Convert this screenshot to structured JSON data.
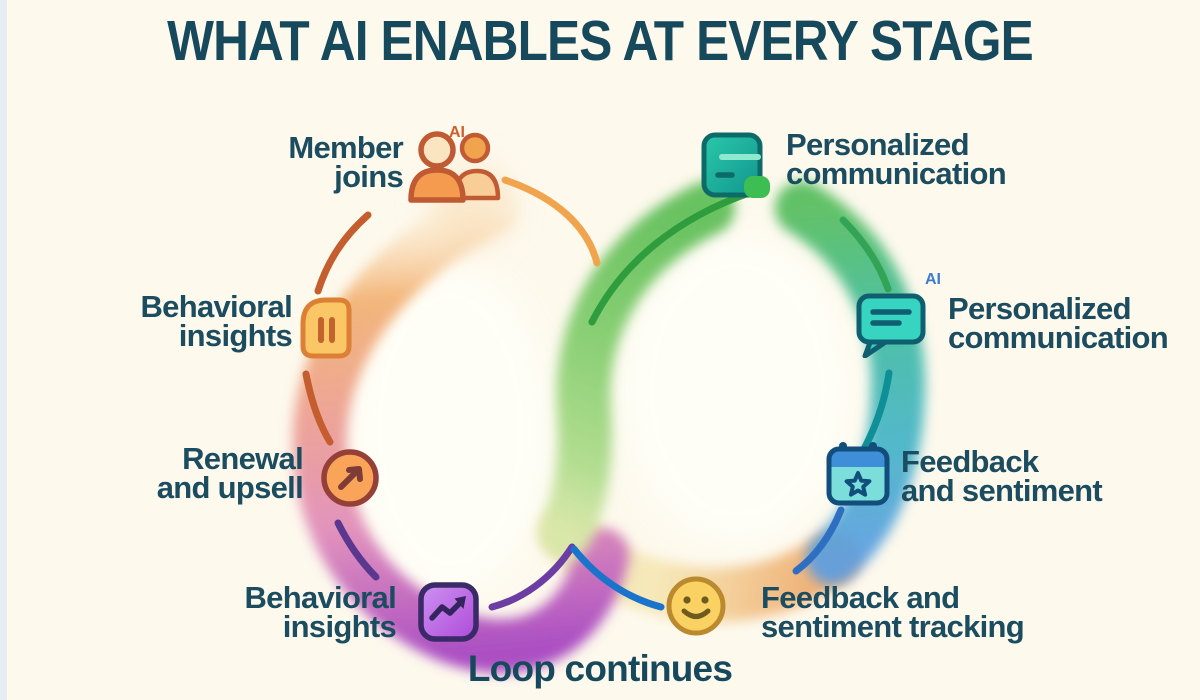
{
  "title": "WHAT AI ENABLES AT EVERY STAGE",
  "stages": [
    {
      "id": "member-joins",
      "lines": [
        "Member",
        "joins"
      ],
      "icon": "people-icon",
      "ai_label": "AI",
      "ai_color": "#CE5F2B"
    },
    {
      "id": "personalized-communication-top",
      "lines": [
        "Personalized",
        "communication"
      ],
      "icon": "document-icon"
    },
    {
      "id": "personalized-communication-right",
      "lines": [
        "Personalized",
        "communication"
      ],
      "icon": "chat-bubble-icon",
      "ai_label": "AI",
      "ai_color": "#3D7BD0"
    },
    {
      "id": "feedback-and-sentiment",
      "lines": [
        "Feedback",
        "and sentiment"
      ],
      "icon": "calendar-star-icon"
    },
    {
      "id": "feedback-sentiment-tracking",
      "lines": [
        "Feedback and",
        "sentiment tracking"
      ],
      "icon": "smiley-face-icon"
    },
    {
      "id": "behavioral-insights-bottom",
      "lines": [
        "Behavioral",
        "insights"
      ],
      "icon": "trend-chart-icon"
    },
    {
      "id": "renewal-and-upsell",
      "lines": [
        "Renewal",
        "and upsell"
      ],
      "icon": "growth-arrow-icon"
    },
    {
      "id": "behavioral-insights-left",
      "lines": [
        "Behavioral",
        "insights"
      ],
      "icon": "pause-bars-icon"
    }
  ],
  "footer": {
    "label": "Loop continues"
  },
  "colors": {
    "background": "#FDF9ED",
    "title_text": "#17495C",
    "label_text": "#1B4C5F",
    "left_loop_gradient": [
      "#F7C98F",
      "#F0A55E",
      "#EC9C92",
      "#E08DBA",
      "#AC50C3"
    ],
    "right_loop_green": [
      "#4FB848",
      "#7ECB68",
      "#D8E8A8"
    ],
    "right_loop_bottom": [
      "#E9E3AE",
      "#F6E7B4",
      "#EEA76A"
    ],
    "right_loop_blue": [
      "#5C9EE2",
      "#44B3C8",
      "#3FBCA0",
      "#55BD5C"
    ],
    "stroke_orange": "#F1A44E",
    "stroke_rust": "#C55E2F",
    "stroke_purple": "#6C3EA4",
    "stroke_blue": "#1B74CC",
    "stroke_green": "#2F9C3D",
    "stroke_teal": "#0F8F96"
  }
}
